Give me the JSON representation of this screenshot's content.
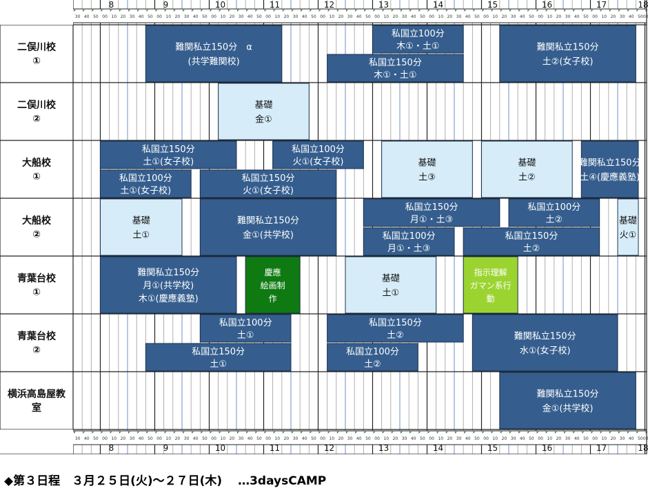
{
  "hours": [
    "8",
    "9",
    "10",
    "11",
    "12",
    "13",
    "14",
    "15",
    "16",
    "17",
    "18"
  ],
  "minute_ticks": [
    "00",
    "10",
    "20",
    "30",
    "40",
    "50"
  ],
  "rooms": [
    {
      "name_lines": [
        "二俣川校",
        "①"
      ]
    },
    {
      "name_lines": [
        "二俣川校",
        "②"
      ]
    },
    {
      "name_lines": [
        "大船校",
        "①"
      ]
    },
    {
      "name_lines": [
        "大船校",
        "②"
      ]
    },
    {
      "name_lines": [
        "青葉台校",
        "①"
      ]
    },
    {
      "name_lines": [
        "青葉台校",
        "②"
      ]
    },
    {
      "name_lines": [
        "横浜高島屋教",
        "室"
      ]
    }
  ],
  "lesson_types": {
    "advanced": {
      "fill": "#355e8e",
      "text": "#ffffff"
    },
    "basic": {
      "fill": "#d6ecf8",
      "text": "#111111"
    },
    "keio_art": {
      "fill": "#0f7a12",
      "text": "#ffffff"
    },
    "lime": {
      "fill": "#9bd431",
      "text": "#ffffff"
    }
  },
  "lessons": [
    {
      "room": 0,
      "start": "8:50",
      "end": "11:20",
      "row": "full",
      "type": "advanced",
      "lines": [
        "難関私立150分　α",
        "(共学難関校)"
      ]
    },
    {
      "room": 0,
      "start": "13:00",
      "end": "14:40",
      "row": "top",
      "type": "advanced",
      "lines": [
        "私国立100分",
        "木①・土①"
      ]
    },
    {
      "room": 0,
      "start": "12:10",
      "end": "14:40",
      "row": "bottom",
      "type": "advanced",
      "lines": [
        "私国立150分",
        "木①・土①"
      ]
    },
    {
      "room": 0,
      "start": "15:20",
      "end": "17:50",
      "row": "full",
      "type": "advanced",
      "lines": [
        "難関私立150分",
        "土②(女子校)"
      ]
    },
    {
      "room": 1,
      "start": "10:10",
      "end": "11:50",
      "row": "full",
      "type": "basic",
      "lines": [
        "基礎",
        "金①"
      ]
    },
    {
      "room": 2,
      "start": "8:00",
      "end": "10:30",
      "row": "top",
      "type": "advanced",
      "lines": [
        "私国立150分",
        "土①(女子校)"
      ]
    },
    {
      "room": 2,
      "start": "11:10",
      "end": "12:50",
      "row": "top",
      "type": "advanced",
      "lines": [
        "私国立100分",
        "火①(女子校)"
      ]
    },
    {
      "room": 2,
      "start": "8:00",
      "end": "9:40",
      "row": "bottom",
      "type": "advanced",
      "lines": [
        "私国立100分",
        "土①(女子校)"
      ]
    },
    {
      "room": 2,
      "start": "9:50",
      "end": "12:20",
      "row": "bottom",
      "type": "advanced",
      "lines": [
        "私国立150分",
        "火①(女子校)"
      ]
    },
    {
      "room": 2,
      "start": "13:10",
      "end": "14:50",
      "row": "full",
      "type": "basic",
      "lines": [
        "基礎",
        "土③"
      ]
    },
    {
      "room": 2,
      "start": "15:00",
      "end": "16:40",
      "row": "full",
      "type": "basic",
      "lines": [
        "基礎",
        "土②"
      ]
    },
    {
      "room": 2,
      "start": "16:50",
      "end": "19:20",
      "row": "full",
      "type": "advanced",
      "lines": [
        "難関私立150分",
        "土④(慶應義塾)"
      ]
    },
    {
      "room": 3,
      "start": "8:00",
      "end": "9:30",
      "row": "full",
      "type": "basic",
      "lines": [
        "基礎",
        "土①"
      ]
    },
    {
      "room": 3,
      "start": "9:50",
      "end": "12:20",
      "row": "full",
      "type": "advanced",
      "lines": [
        "難関私立150分",
        "金①(共学校)"
      ]
    },
    {
      "room": 3,
      "start": "12:50",
      "end": "15:20",
      "row": "top",
      "type": "advanced",
      "lines": [
        "私国立150分",
        "月①・土③"
      ]
    },
    {
      "room": 3,
      "start": "15:30",
      "end": "17:10",
      "row": "top",
      "type": "advanced",
      "lines": [
        "私国立100分",
        "土②"
      ]
    },
    {
      "room": 3,
      "start": "12:50",
      "end": "14:30",
      "row": "bottom",
      "type": "advanced",
      "lines": [
        "私国立100分",
        "月①・土③"
      ]
    },
    {
      "room": 3,
      "start": "14:40",
      "end": "17:10",
      "row": "bottom",
      "type": "advanced",
      "lines": [
        "私国立150分",
        "土②"
      ]
    },
    {
      "room": 3,
      "start": "17:30",
      "end": "19:10",
      "row": "full",
      "type": "basic",
      "lines": [
        "基礎",
        "火①"
      ]
    },
    {
      "room": 4,
      "start": "8:00",
      "end": "10:30",
      "row": "full",
      "type": "advanced",
      "lines": [
        "難関私立150分",
        "月①(共学校)",
        "木①(慶應義塾)"
      ]
    },
    {
      "room": 4,
      "start": "10:40",
      "end": "11:40",
      "row": "full",
      "type": "keio_art",
      "lines": [
        "慶應",
        "絵画制",
        "作"
      ]
    },
    {
      "room": 4,
      "start": "12:30",
      "end": "14:10",
      "row": "full",
      "type": "basic",
      "lines": [
        "基礎",
        "土①"
      ]
    },
    {
      "room": 4,
      "start": "14:40",
      "end": "15:40",
      "row": "full",
      "type": "lime",
      "lines": [
        "指示理解",
        "ガマン系行",
        "動"
      ]
    },
    {
      "room": 5,
      "start": "9:50",
      "end": "11:30",
      "row": "top",
      "type": "advanced",
      "lines": [
        "私国立100分",
        "土①"
      ]
    },
    {
      "room": 5,
      "start": "12:10",
      "end": "14:40",
      "row": "top",
      "type": "advanced",
      "lines": [
        "私国立150分",
        "土②"
      ]
    },
    {
      "room": 5,
      "start": "8:50",
      "end": "11:30",
      "row": "bottom",
      "type": "advanced",
      "lines": [
        "私国立150分",
        "土①"
      ]
    },
    {
      "room": 5,
      "start": "12:10",
      "end": "13:50",
      "row": "bottom",
      "type": "advanced",
      "lines": [
        "私国立100分",
        "土②"
      ]
    },
    {
      "room": 5,
      "start": "14:50",
      "end": "17:30",
      "row": "full",
      "type": "advanced",
      "lines": [
        "難関私立150分",
        "水①(女子校)"
      ]
    },
    {
      "room": 6,
      "start": "15:20",
      "end": "17:50",
      "row": "full",
      "type": "advanced",
      "lines": [
        "難関私立150分",
        "金①(共学校)"
      ]
    }
  ],
  "footer": "◆第３日程　３月２５日(火)～２７日(木)　 …3daysCAMP"
}
